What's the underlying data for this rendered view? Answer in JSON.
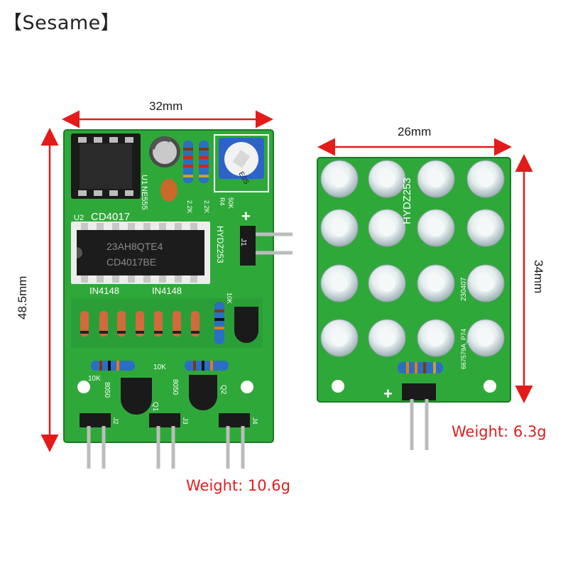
{
  "brand": {
    "label": "【Sesame】"
  },
  "dimensions": {
    "left_width": "32mm",
    "left_height": "48.5mm",
    "right_width": "26mm",
    "right_height": "34mm"
  },
  "weights": {
    "left": "Weight: 10.6g",
    "right": "Weight: 6.3g"
  },
  "left_board": {
    "labels": {
      "u1": "U1",
      "ne555": "NE555",
      "u2": "U2",
      "cd4017": "CD4017",
      "chip_line1": "23AH8QTE4",
      "chip_line2": "CD4017BE",
      "hydz": "HYDZ253",
      "j1": "J1",
      "in4148_a": "IN4148",
      "in4148_b": "IN4148",
      "r10k_a": "10K",
      "r10k_b": "10K",
      "r10k_c": "10K",
      "r22k_a": "2.2K",
      "r22k_b": "2.2K",
      "r4": "R4",
      "r50k": "50K",
      "plus": "+",
      "q8050_a": "8050",
      "q8050_b": "8050",
      "q1": "Q1",
      "q2": "Q2",
      "j2": "J2",
      "j3": "J3",
      "j4": "J4",
      "pot": "E0S"
    }
  },
  "right_board": {
    "labels": {
      "hydz": "HYDZ253",
      "date": "230407",
      "code": "667579A_P74",
      "plus": "+"
    }
  },
  "colors": {
    "pcb": "#2fa83a",
    "pcb_dark": "#1f8a2c",
    "dimension_line": "#e31b1b",
    "weight_text": "#e01e1e"
  }
}
